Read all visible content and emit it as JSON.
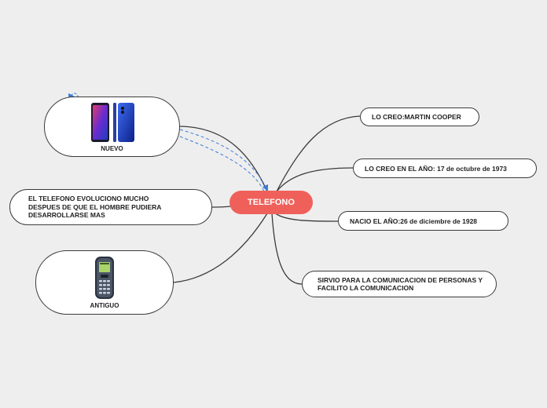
{
  "central": {
    "label": "TELEFONO"
  },
  "nodes": {
    "creator": "LO CREO:MARTIN COOPER",
    "year": "LO CREO EN EL AÑO: 17 de octubre de 1973",
    "born": "NACIO EL AÑO:26 de diciembre de 1928",
    "purpose": "SIRVIO PARA LA COMUNICACION DE PERSONAS Y FACILITO LA COMUNICACION",
    "evolution": "EL TELEFONO EVOLUCIONO MUCHO DESPUES DE QUE EL HOMBRE PUDIERA DESARROLLARSE MAS",
    "new": {
      "caption": "NUEVO",
      "image": "modern-smartphones"
    },
    "old": {
      "caption": "ANTIGUO",
      "image": "nokia-classic-phone"
    }
  },
  "colors": {
    "central_fill": "#f0605a",
    "link_line": "#3b3b3b",
    "dashed_relationship": "#3a7bd5",
    "background": "#eeeeee"
  }
}
